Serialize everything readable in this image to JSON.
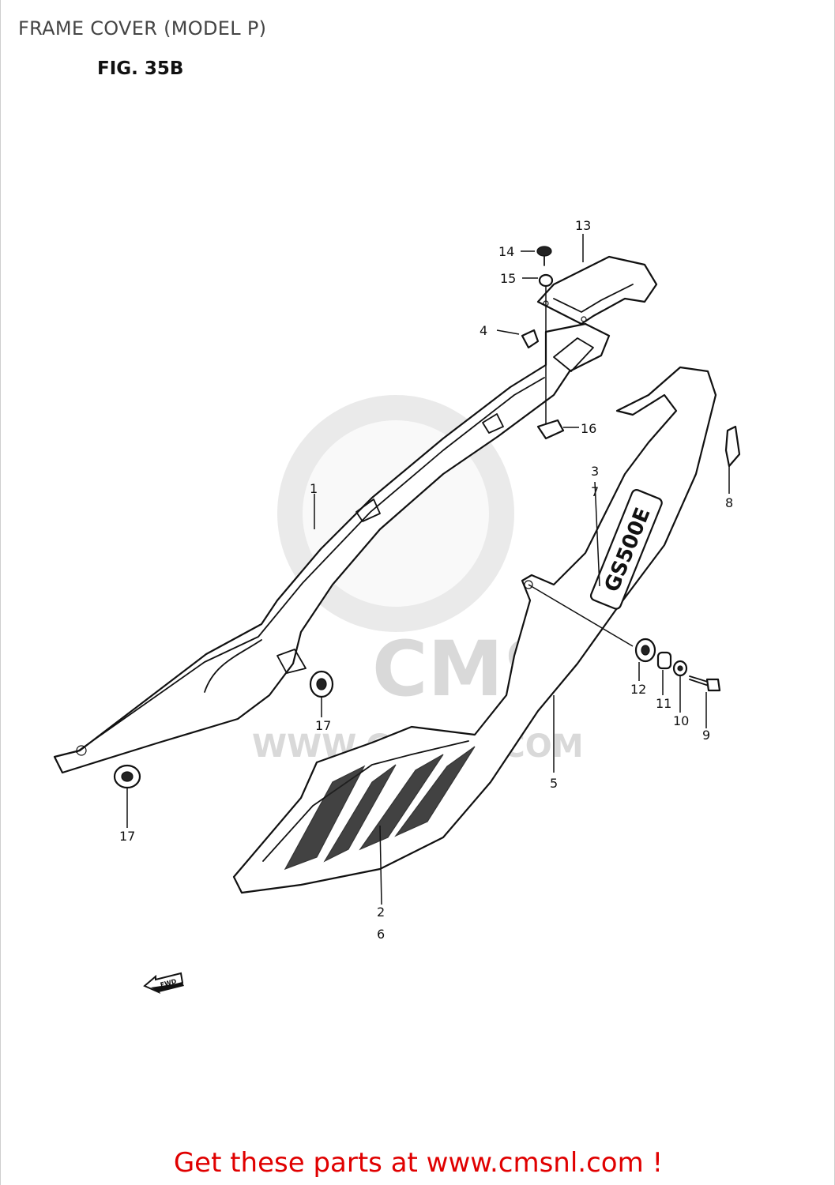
{
  "header": {
    "title": "FRAME COVER (MODEL P)",
    "figure": "FIG. 35B"
  },
  "callouts": {
    "c1": "1",
    "c3_7": [
      "3",
      "7"
    ],
    "c2_6": [
      "2",
      "6"
    ],
    "c4": "4",
    "c5": "5",
    "c8": "8",
    "c9": "9",
    "c10": "10",
    "c11": "11",
    "c12": "12",
    "c13": "13",
    "c14": "14",
    "c15": "15",
    "c16": "16",
    "c17a": "17",
    "c17b": "17"
  },
  "decal_text": "GS500E",
  "fwd_label": "FWD",
  "watermark": {
    "brand": "CMS",
    "url": "WWW.CMSNL.COM"
  },
  "footer": {
    "link_text": "Get these parts at www.cmsnl.com !",
    "color": "#e00000"
  }
}
